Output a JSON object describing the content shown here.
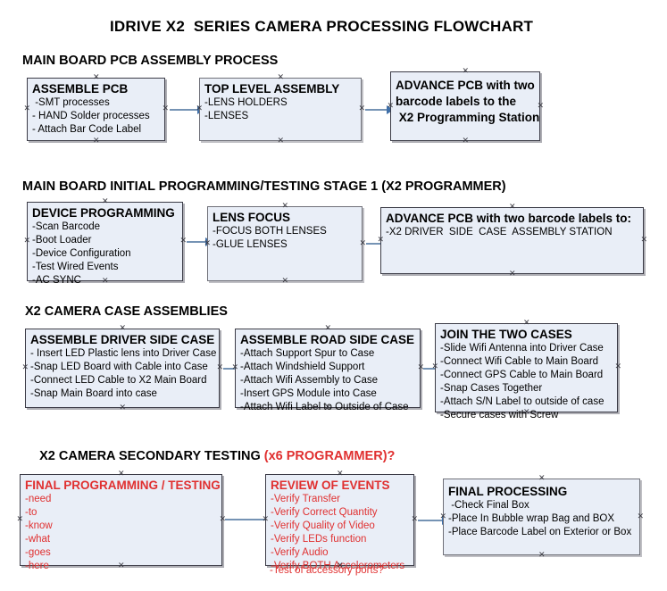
{
  "document": {
    "title": "IDRIVE X2  SERIES CAMERA PROCESSING FLOWCHART",
    "colors": {
      "box_fill": "#e9eef7",
      "box_border": "#3b3b46",
      "arrow": "#7593b4",
      "red_text": "#e03030",
      "black_text": "#000000"
    }
  },
  "sections": [
    {
      "heading": "MAIN BOARD PCB ASSEMBLY PROCESS",
      "heading_suffix": "",
      "boxes": [
        {
          "title": "ASSEMBLE PCB",
          "title_lines": [
            "ASSEMBLE PCB"
          ],
          "lines": [
            " -SMT processes",
            "- HAND Solder processes",
            "- Attach Bar Code Label"
          ],
          "color": "black"
        },
        {
          "title": "TOP LEVEL ASSEMBLY",
          "title_lines": [
            "TOP LEVEL ASSEMBLY"
          ],
          "lines": [
            "-LENS HOLDERS",
            "-LENSES"
          ],
          "color": "black"
        },
        {
          "title": "ADVANCE PCB with two barcode labels to the X2 Programming Station",
          "title_lines": [
            "ADVANCE PCB with two",
            "barcode labels to the",
            " X2 Programming Station"
          ],
          "lines": [],
          "color": "black"
        }
      ]
    },
    {
      "heading": "MAIN BOARD INITIAL PROGRAMMING/TESTING STAGE 1 (X2 PROGRAMMER)",
      "heading_suffix": "",
      "boxes": [
        {
          "title": "DEVICE PROGRAMMING",
          "title_lines": [
            "DEVICE PROGRAMMING"
          ],
          "lines": [
            "-Scan Barcode",
            "-Boot Loader",
            "-Device Configuration",
            "-Test Wired Events",
            "-AC SYNC"
          ],
          "color": "black"
        },
        {
          "title": "LENS FOCUS",
          "title_lines": [
            "LENS FOCUS"
          ],
          "lines": [
            "-FOCUS BOTH LENSES",
            "-GLUE LENSES"
          ],
          "color": "black"
        },
        {
          "title": "ADVANCE PCB with two barcode labels to:",
          "title_lines": [
            "ADVANCE PCB with two barcode labels to:"
          ],
          "lines": [
            "-X2 DRIVER  SIDE  CASE  ASSEMBLY STATION"
          ],
          "color": "black"
        }
      ]
    },
    {
      "heading": "X2 CAMERA CASE ASSEMBLIES",
      "heading_suffix": "",
      "boxes": [
        {
          "title": "ASSEMBLE DRIVER SIDE CASE",
          "title_lines": [
            "ASSEMBLE DRIVER SIDE CASE"
          ],
          "lines": [
            "- Insert LED Plastic lens into Driver Case",
            "-Snap LED Board with Cable into Case",
            "-Connect LED Cable to X2 Main Board",
            "-Snap Main Board into case"
          ],
          "color": "black"
        },
        {
          "title": "ASSEMBLE ROAD SIDE CASE",
          "title_lines": [
            "ASSEMBLE ROAD SIDE CASE"
          ],
          "lines": [
            "-Attach Support Spur to Case",
            "-Attach Windshield Support",
            "-Attach Wifi Assembly to Case",
            "-Insert GPS Module into Case",
            "-Attach Wifi Label to Outside of Case"
          ],
          "color": "black"
        },
        {
          "title": "JOIN THE TWO CASES",
          "title_lines": [
            "JOIN THE TWO CASES"
          ],
          "lines": [
            "-Slide Wifi Antenna into Driver Case",
            "-Connect Wifi Cable to Main Board",
            "-Connect GPS Cable to Main Board",
            "-Snap Cases Together",
            "-Attach S/N Label to outside of case",
            "-Secure cases with Screw"
          ],
          "color": "black"
        }
      ]
    },
    {
      "heading": "X2 CAMERA SECONDARY TESTING ",
      "heading_suffix": "(x6 PROGRAMMER)?",
      "boxes": [
        {
          "title": "FINAL PROGRAMMING / TESTING",
          "title_lines": [
            "FINAL PROGRAMMING / TESTING"
          ],
          "lines": [
            "-need",
            "-to",
            "-know",
            "-what",
            "-goes",
            "-here"
          ],
          "color": "red"
        },
        {
          "title": "REVIEW OF EVENTS",
          "title_lines": [
            "REVIEW OF EVENTS"
          ],
          "lines": [
            "-Verify Transfer",
            "-Verify Correct Quantity",
            "-Verify Quality of Video",
            "-Verify LEDs function",
            "-Verify Audio",
            "-Verify BOTH Accelerometers"
          ],
          "overflow_line": "-Test of accessory ports?",
          "color": "red"
        },
        {
          "title": "FINAL PROCESSING",
          "title_lines": [
            "FINAL PROCESSING"
          ],
          "lines": [
            " -Check Final Box",
            "-Place In Bubble wrap Bag and BOX",
            "-Place Barcode Label on Exterior or Box"
          ],
          "color": "black"
        }
      ]
    }
  ]
}
